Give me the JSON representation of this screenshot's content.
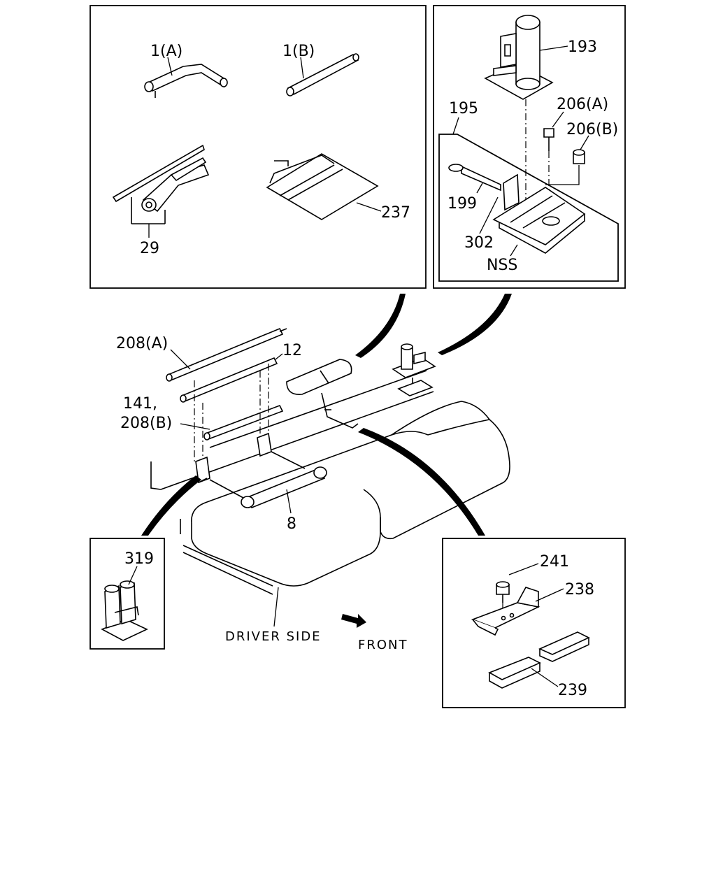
{
  "labels": {
    "tool_1a": "1(A)",
    "tool_1b": "1(B)",
    "tool_29": "29",
    "tool_237": "237",
    "jack_193": "193",
    "jack_195": "195",
    "jack_206a": "206(A)",
    "jack_206b": "206(B)",
    "jack_199": "199",
    "jack_302": "302",
    "jack_nss": "NSS",
    "main_208a": "208(A)",
    "main_12": "12",
    "main_141": "141,",
    "main_208b": "208(B)",
    "main_8": "8",
    "clip_319": "319",
    "bkt_241": "241",
    "bkt_238": "238",
    "bkt_239": "239",
    "driver_side": "DRIVER SIDE",
    "front": "FRONT"
  }
}
